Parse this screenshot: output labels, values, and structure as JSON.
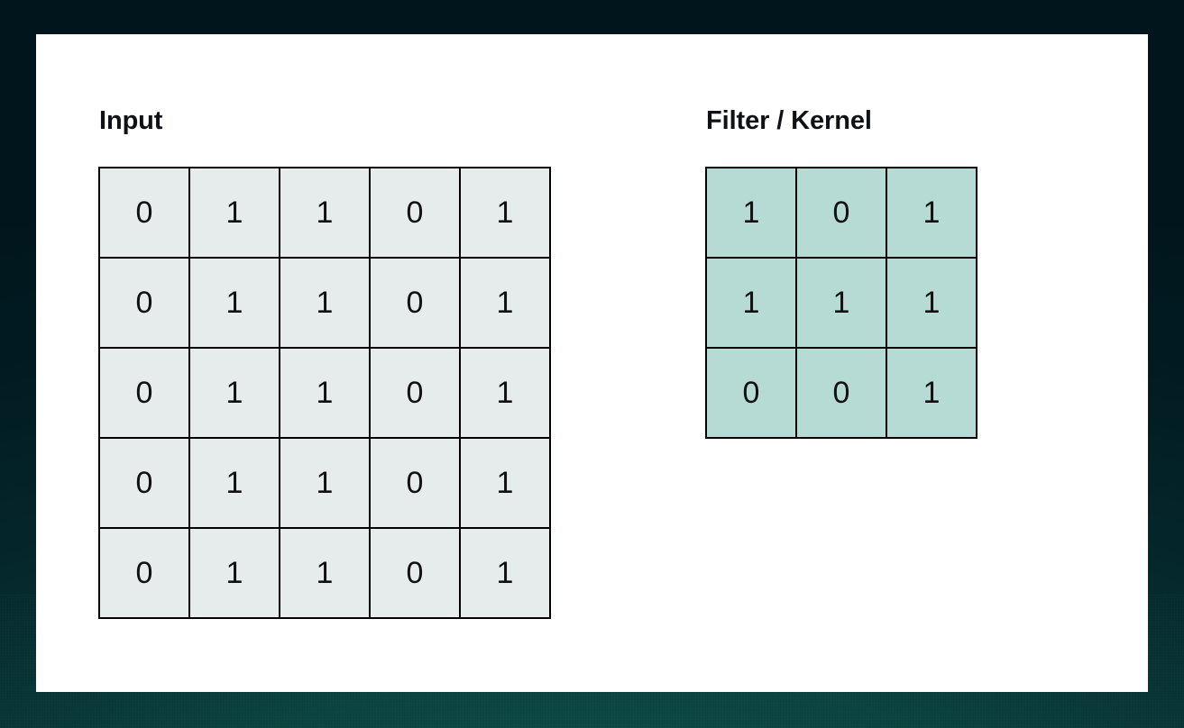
{
  "slide": {
    "background_color": "#01161c",
    "background_accent_color": "#0a4a46",
    "card_color": "#ffffff"
  },
  "panels": [
    {
      "id": "input",
      "title": "Input",
      "grid": {
        "rows": 5,
        "cols": 5,
        "cell_fill": "#e6ecec",
        "border_color": "#000000",
        "values": [
          [
            "0",
            "1",
            "1",
            "0",
            "1"
          ],
          [
            "0",
            "1",
            "1",
            "0",
            "1"
          ],
          [
            "0",
            "1",
            "1",
            "0",
            "1"
          ],
          [
            "0",
            "1",
            "1",
            "0",
            "1"
          ],
          [
            "0",
            "1",
            "1",
            "0",
            "1"
          ]
        ]
      }
    },
    {
      "id": "kernel",
      "title": "Filter / Kernel",
      "grid": {
        "rows": 3,
        "cols": 3,
        "cell_fill": "#b5dbd4",
        "border_color": "#000000",
        "values": [
          [
            "1",
            "0",
            "1"
          ],
          [
            "1",
            "1",
            "1"
          ],
          [
            "0",
            "0",
            "1"
          ]
        ]
      }
    }
  ]
}
